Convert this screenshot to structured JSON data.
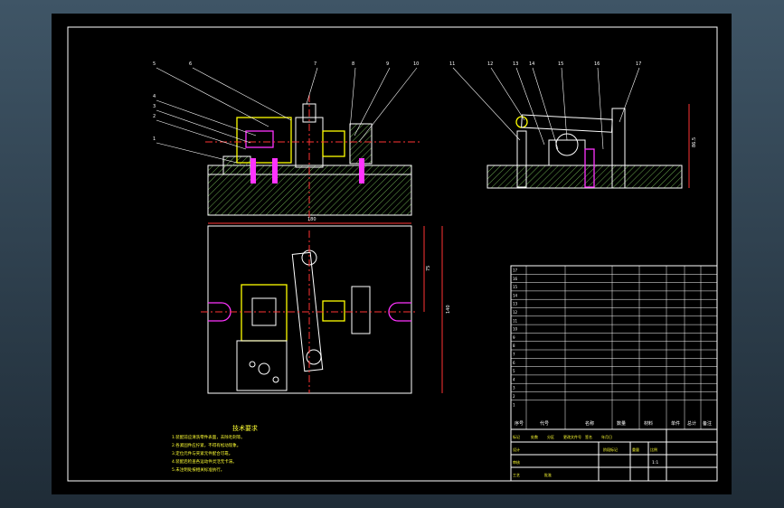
{
  "balloons": [
    "1",
    "2",
    "3",
    "4",
    "5",
    "6",
    "7",
    "8",
    "9",
    "10",
    "11",
    "12",
    "13",
    "14",
    "15",
    "16",
    "17"
  ],
  "dims": {
    "front_width": "180",
    "plan_height": "140",
    "plan_inner": "75",
    "side_height": "86.5"
  },
  "technical": {
    "title": "技术要求",
    "lines": [
      "1.装配前应清洗零件表面，去除毛刺等。",
      "2.各紧固件应拧紧，不得有松动现象。",
      "3.定位元件与夹紧元件配合可靠。",
      "4.装配后检查各运动件灵活无卡滞。",
      "5.未注明处按相关标准执行。"
    ]
  },
  "bom": {
    "header": [
      "序号",
      "代号",
      "名称",
      "数量",
      "材料",
      "单件",
      "总计",
      "备注"
    ],
    "rows": [
      "17",
      "16",
      "15",
      "14",
      "13",
      "12",
      "11",
      "10",
      "9",
      "8",
      "7",
      "6",
      "5",
      "4",
      "3",
      "2",
      "1"
    ]
  },
  "title_block": {
    "labels": [
      "标记",
      "处数",
      "分区",
      "更改文件号",
      "签名",
      "年月日",
      "设计",
      "审核",
      "工艺",
      "批准",
      "阶段标记",
      "重量",
      "比例"
    ],
    "scale": "1:1"
  },
  "colors": {
    "outline": "#ffffff",
    "yellow": "#ffff00",
    "magenta": "#ff33ff",
    "hatch": "#6aa84f",
    "dim": "#ff3333"
  }
}
